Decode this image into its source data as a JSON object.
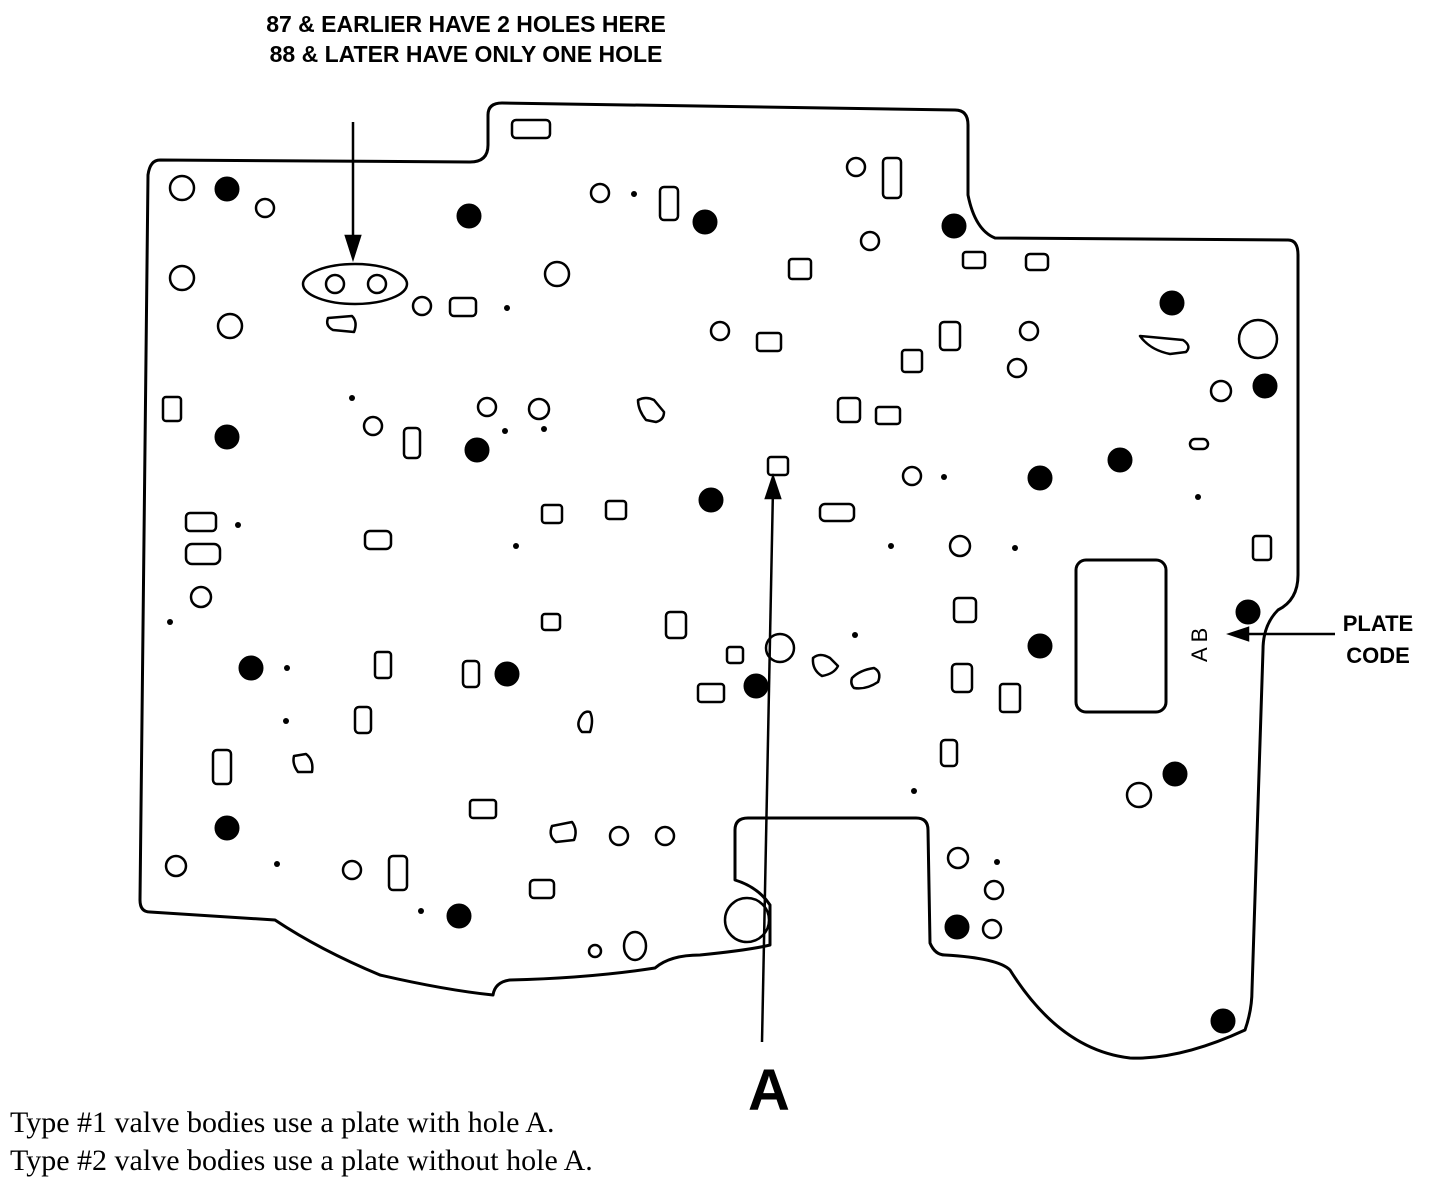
{
  "callouts": {
    "top_line1": "87 & EARLIER HAVE 2 HOLES HERE",
    "top_line2": "88 & LATER HAVE ONLY ONE HOLE",
    "hole_label": "A",
    "plate_code_line1": "PLATE",
    "plate_code_line2": "CODE",
    "plate_mark": "A B"
  },
  "notes": [
    "Type #1 valve bodies use a plate with hole A.",
    "Type #2 valve bodies use a plate without hole A."
  ],
  "colors": {
    "ink": "#000000",
    "paper": "#ffffff"
  }
}
